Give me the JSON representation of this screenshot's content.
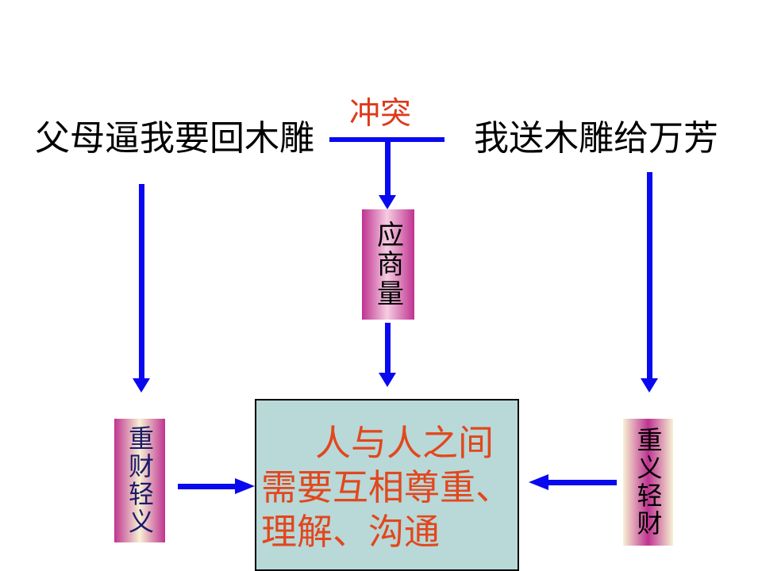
{
  "nodes": {
    "left_event": "父母逼我要回木雕",
    "right_event": "我送木雕给万芳",
    "conflict_label": "冲突",
    "negotiate_box": "应商量",
    "money_over_friendship_box": "重财轻义",
    "friendship_over_money_box": "重义轻财",
    "conclusion_box": {
      "lines": [
        "人与人之间",
        "需要互相尊重、",
        "理解、沟通"
      ]
    }
  },
  "colors": {
    "arrow_blue": "#0909f0",
    "conflict_red": "#dd3a1b",
    "conclusion_red": "#e2471d",
    "conclusion_fill": "#b9d8d8",
    "magenta": "#bf3391",
    "pink_light": "#f6cde2",
    "cream": "#f7f1d3",
    "navy_text": "#1b1b6b"
  }
}
